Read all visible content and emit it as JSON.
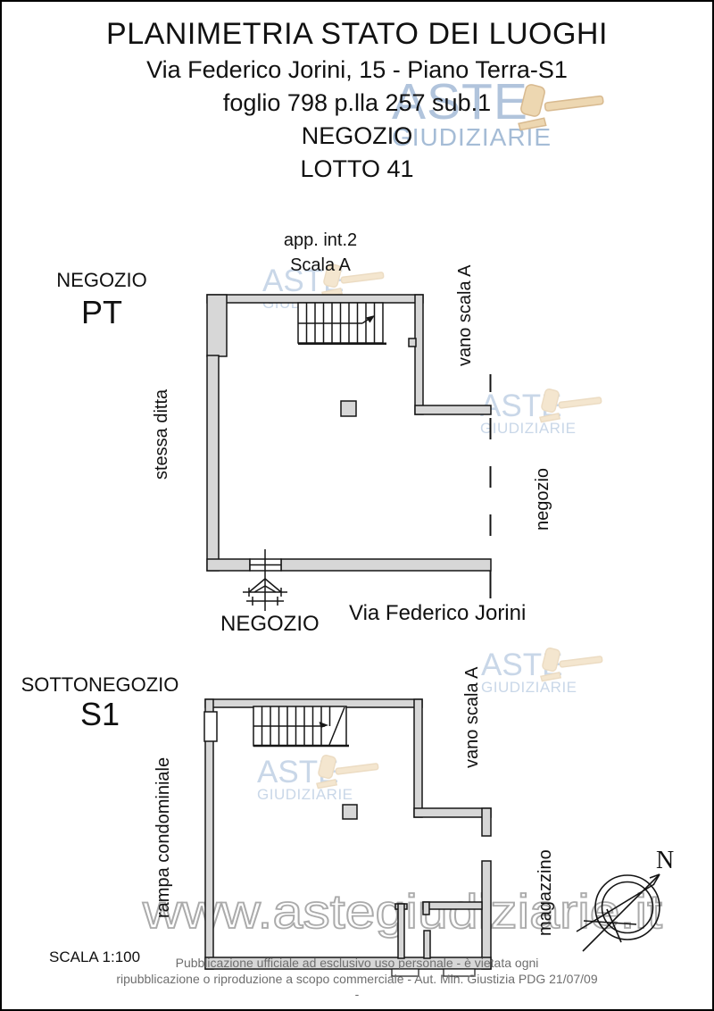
{
  "header": {
    "title": "PLANIMETRIA STATO DEI LUOGHI",
    "address": "Via Federico Jorini, 15 - Piano Terra-S1",
    "cadastral": "foglio 798 p.lla 257 sub.1",
    "property_type": "NEGOZIO",
    "lot": "LOTTO 41"
  },
  "logo": {
    "aste": "ASTE",
    "giudiziarie": "GIUDIZIARIE"
  },
  "plan_pt": {
    "name": "NEGOZIO",
    "level": "PT",
    "stair_label_line1": "app. int.2",
    "stair_label_line2": "Scala A",
    "stairwell_label": "vano scala A",
    "left_label": "stessa ditta",
    "right_label": "negozio",
    "entrance_label": "NEGOZIO",
    "street_label": "Via Federico Jorini"
  },
  "plan_s1": {
    "name": "SOTTONEGOZIO",
    "level": "S1",
    "stairwell_label": "vano scala A",
    "left_label": "rampa condominiale",
    "right_label": "magazzino"
  },
  "compass": {
    "north_label": "N"
  },
  "watermark": {
    "url_text": "www.astegiudiziarie.it"
  },
  "footer": {
    "scale_label": "SCALA 1:100",
    "line1": "Pubblicazione ufficiale ad esclusivo uso personale - è vietata ogni",
    "line2": "ripubblicazione o riproduzione a scopo commerciale - Aut. Min. Giustizia PDG 21/07/09",
    "dash": "-"
  },
  "colors": {
    "wall_fill": "#d7d7d7",
    "drawing_line": "#161616",
    "logo_blue": "#a9bed9",
    "gavel_tan": "#ecd3a9",
    "watermark_outline": "#ababab",
    "footer_gray": "#6e6e6e"
  }
}
